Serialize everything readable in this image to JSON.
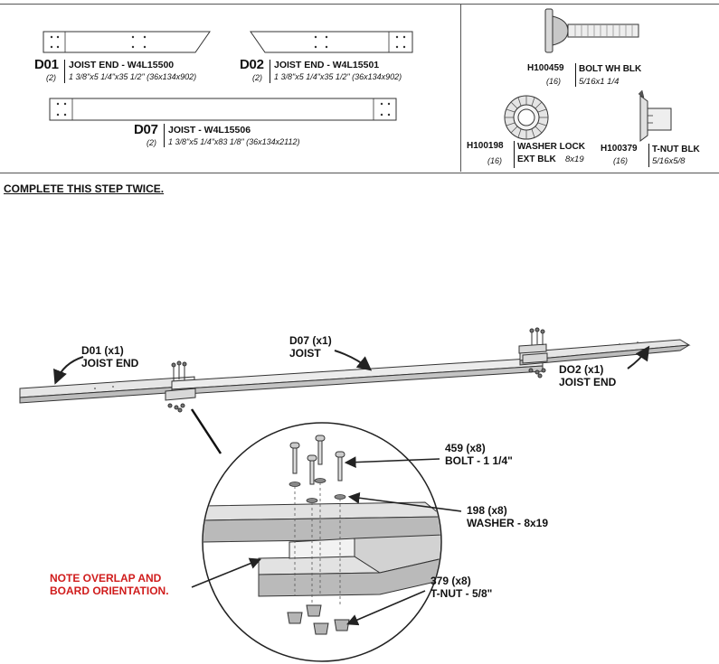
{
  "parts": {
    "d01": {
      "code": "D01",
      "qty": "(2)",
      "name": "JOIST END - W4L15500",
      "dims": "1 3/8\"x5 1/4\"x35 1/2\" (36x134x902)"
    },
    "d02": {
      "code": "D02",
      "qty": "(2)",
      "name": "JOIST END - W4L15501",
      "dims": "1 3/8\"x5 1/4\"x35 1/2\" (36x134x902)"
    },
    "d07": {
      "code": "D07",
      "qty": "(2)",
      "name": "JOIST - W4L15506",
      "dims": "1 3/8\"x5 1/4\"x83 1/8\" (36x134x2112)"
    }
  },
  "hardware": {
    "bolt": {
      "code": "H100459",
      "qty": "(16)",
      "name": "BOLT WH BLK",
      "dims": "5/16x1 1/4"
    },
    "washer": {
      "code": "H100198",
      "qty": "(16)",
      "name_line1": "WASHER LOCK",
      "name_line2": "EXT BLK",
      "dims": "8x19"
    },
    "tnut": {
      "code": "H100379",
      "qty": "(16)",
      "name": "T-NUT BLK",
      "dims": "5/16x5/8"
    }
  },
  "instruction": "COMPLETE THIS STEP TWICE.",
  "callouts": {
    "d01": {
      "line1": "D01 (x1)",
      "line2": "JOIST END"
    },
    "d07": {
      "line1": "D07 (x1)",
      "line2": "JOIST"
    },
    "d02": {
      "line1": "DO2 (x1)",
      "line2": "JOIST END"
    },
    "bolt": {
      "line1": "459 (x8)",
      "line2": "BOLT - 1 1/4\""
    },
    "washer": {
      "line1": "198 (x8)",
      "line2": "WASHER - 8x19"
    },
    "tnut": {
      "line1": "379 (x8)",
      "line2": "T-NUT - 5/8\""
    },
    "note": {
      "line1": "NOTE OVERLAP AND",
      "line2": "BOARD ORIENTATION."
    }
  },
  "colors": {
    "note": "#d01c1c",
    "board_top": "#e6e6e6",
    "board_side": "#bdbdbd",
    "line": "#222222"
  }
}
